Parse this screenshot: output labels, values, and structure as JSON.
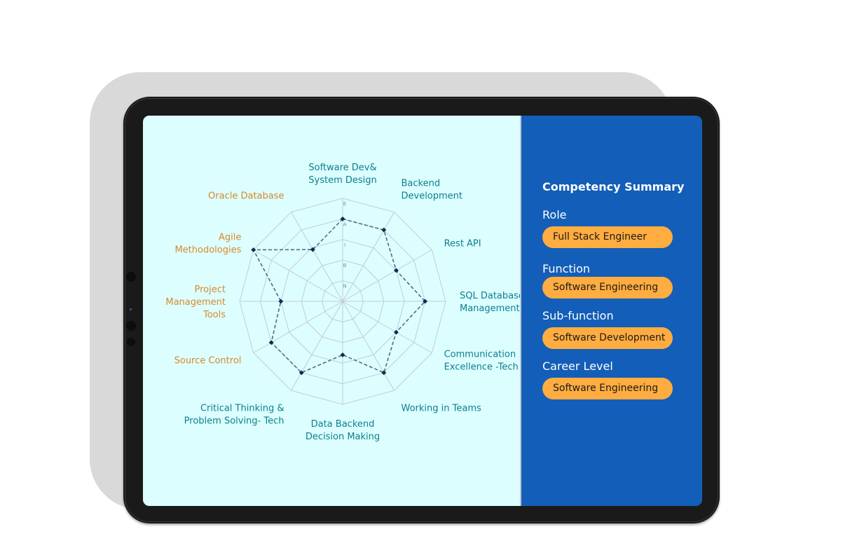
{
  "summary": {
    "title": "Competency Summary",
    "fields": [
      {
        "label": "Role",
        "value": "Full Stack Engineer"
      },
      {
        "label": "Function",
        "value": "Software Engineering"
      },
      {
        "label": "Sub-function",
        "value": "Software Development"
      },
      {
        "label": "Career Level",
        "value": "Software Engineering"
      }
    ]
  },
  "colors": {
    "chart_background": "#dcfefe",
    "summary_background": "#135eb8",
    "pill": "#ffac40",
    "teal_label": "#0b7f8f",
    "orange_label": "#d8892a",
    "data_line": "#566b85",
    "marker": "#0c2a4a",
    "grid": "#c2cad8"
  },
  "chart_data": {
    "type": "radar",
    "levels": [
      "N",
      "B",
      "I",
      "A",
      "E"
    ],
    "axes": [
      {
        "label": [
          "Software Dev&",
          "System Design"
        ],
        "value": 4,
        "color": "teal"
      },
      {
        "label": [
          "Backend",
          "Development"
        ],
        "value": 4,
        "color": "teal"
      },
      {
        "label": [
          "Rest API"
        ],
        "value": 3,
        "color": "teal"
      },
      {
        "label": [
          "SQL Database",
          "Management"
        ],
        "value": 4,
        "color": "teal"
      },
      {
        "label": [
          "Communication",
          "Excellence -Tech"
        ],
        "value": 3,
        "color": "teal"
      },
      {
        "label": [
          "Working in Teams"
        ],
        "value": 4,
        "color": "teal"
      },
      {
        "label": [
          "Data Backend",
          "Decision Making"
        ],
        "value": 2.6,
        "color": "teal"
      },
      {
        "label": [
          "Critical Thinking &",
          "Problem Solving- Tech"
        ],
        "value": 4,
        "color": "teal"
      },
      {
        "label": [
          "Source Control"
        ],
        "value": 4,
        "color": "orange"
      },
      {
        "label": [
          "Project",
          "Management",
          "Tools"
        ],
        "value": 3,
        "color": "orange"
      },
      {
        "label": [
          "Agile",
          "Methodologies"
        ],
        "value": 5,
        "color": "orange"
      },
      {
        "label": [
          "Oracle Database"
        ],
        "value": 2.9,
        "color": "orange"
      }
    ]
  }
}
